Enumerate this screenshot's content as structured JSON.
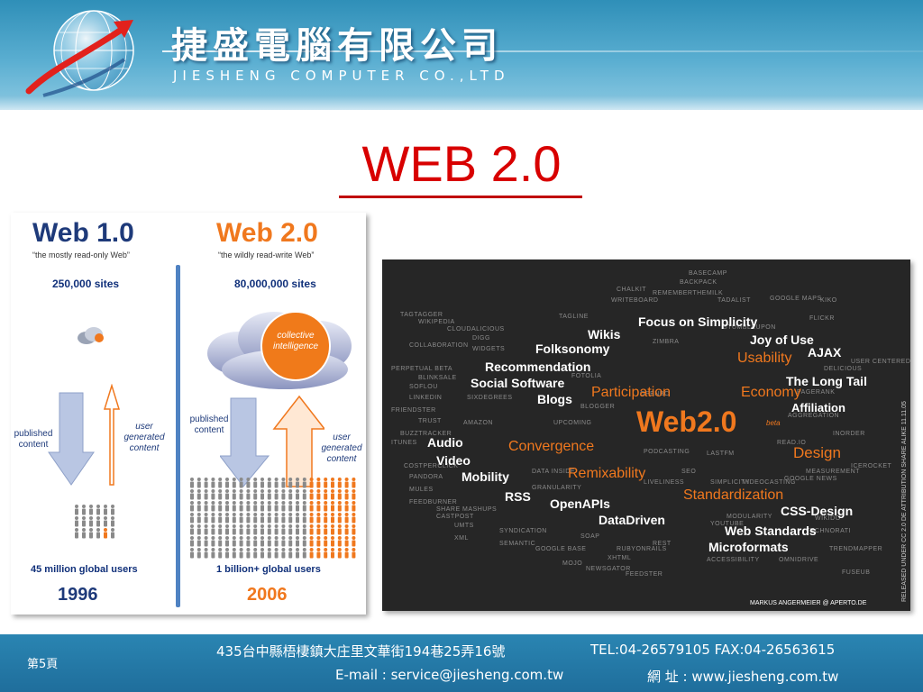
{
  "header": {
    "company_cn": "捷盛電腦有限公司",
    "company_en": "JIESHENG COMPUTER CO.,LTD"
  },
  "slide": {
    "title": "WEB 2.0",
    "title_color": "#d80000"
  },
  "comparison": {
    "web1": {
      "heading": "Web 1.0",
      "tagline": "“the mostly read-only Web”",
      "sites": "250,000 sites",
      "flow_label": "published content",
      "ugc_label": "user generated content",
      "users": "45 million global users",
      "year": "1996",
      "color": "#1e3a7a"
    },
    "web2": {
      "heading": "Web 2.0",
      "tagline": "“the wildly read-write Web”",
      "sites": "80,000,000 sites",
      "cloud_label": "collective intelligence",
      "flow_label": "published content",
      "ugc_label": "user generated content",
      "users": "1 billion+ global users",
      "year": "2006",
      "color": "#f0781e"
    }
  },
  "tag_cloud": {
    "center": "Web2.0",
    "beta": "beta",
    "credit": "MARKUS ANGERMEIER @ APERTO.DE",
    "license": "RELEASED UNDER CC 2.0 DE ATTRIBUTION SHARE ALIKE 11.11.05",
    "white_tags": [
      "Focus on Simplicity",
      "Wikis",
      "Joy of Use",
      "Folksonomy",
      "AJAX",
      "Recommendation",
      "Social Software",
      "The Long Tail",
      "Blogs",
      "Affiliation",
      "Audio",
      "Video",
      "Mobility",
      "RSS",
      "OpenAPIs",
      "DataDriven",
      "CSS-Design",
      "Web Standards",
      "Microformats"
    ],
    "orange_tags": [
      "Usability",
      "Participation",
      "Economy",
      "Convergence",
      "Design",
      "Remixability",
      "Standardization"
    ],
    "small_tags": [
      "BASECAMP",
      "BACKPACK",
      "CHALKIT",
      "REMEMBERTHEMILK",
      "WRITEBOARD",
      "TADALIST",
      "GOOGLE MAPS",
      "KIKO",
      "TAGTAGGER",
      "WIKIPEDIA",
      "TAGLINE",
      "CLOUDALICIOUS",
      "DIGG",
      "COLLABORATION",
      "WIDGETS",
      "ZIMBRA",
      "STUMBLEUPON",
      "FLICKR",
      "DELICIOUS",
      "USER CENTERED",
      "PERPETUAL BETA",
      "BLINKSALE",
      "FOTOLIA",
      "SOFLOU",
      "LINKEDIN",
      "SIXDEGREES",
      "OPENBC",
      "PAGERANK",
      "FRIENDSTER",
      "BLOGGER",
      "TRUST",
      "AMAZON",
      "UPCOMING",
      "AGGREGATION",
      "ITUNES",
      "PODCASTING",
      "LASTFM",
      "READ.IO",
      "MEASUREMENT",
      "COSTPERCLICK",
      "PANDORA",
      "DATA INSIDE",
      "SEO",
      "LIVELINESS",
      "SIMPLICITY",
      "VIDEOCASTING",
      "GRANULARITY",
      "MODULARITY",
      "MULES",
      "YOUTUBE",
      "CASTPOST",
      "UMTS",
      "SYNDICATION",
      "SOAP",
      "REST",
      "RUBYONRAILS",
      "XML",
      "SEMANTIC",
      "GOOGLE BASE",
      "XHTML",
      "ACCESSIBILITY",
      "NEWSGATOR",
      "FEEDSTER",
      "MOJO",
      "FEEDBURNER",
      "SHARE MASHUPS",
      "TECHNORATI",
      "WIKIDO",
      "GOOGLE NEWS",
      "BUZZTRACKER",
      "INORDER",
      "ICEROCKET",
      "OMNIDRIVE",
      "TRENDMAPPER",
      "FUSEUB"
    ]
  },
  "footer": {
    "page_label": "第5頁",
    "address": "435台中縣梧棲鎮大庄里文華街194巷25弄16號",
    "phone": "TEL:04-26579105 FAX:04-26563615",
    "email": "E-mail : service@jiesheng.com.tw",
    "website": "網 址 : www.jiesheng.com.tw"
  }
}
